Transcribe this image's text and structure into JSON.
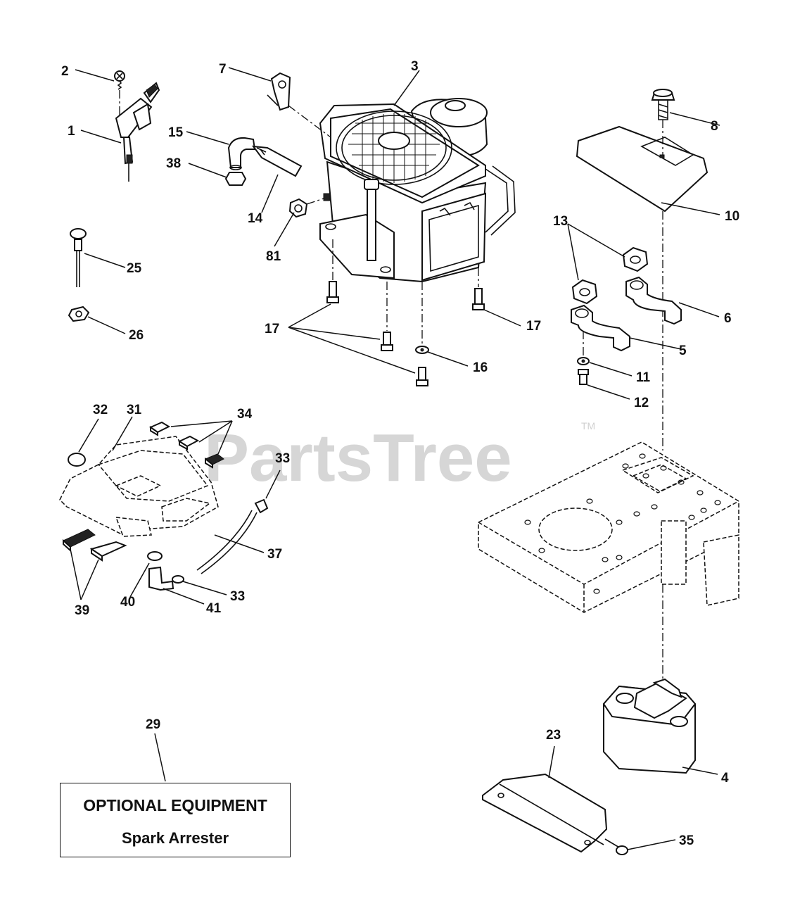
{
  "watermark": {
    "text": "PartsTree",
    "trademark": "TM"
  },
  "labels": {
    "l1": "1",
    "l2": "2",
    "l3": "3",
    "l4": "4",
    "l5": "5",
    "l6": "6",
    "l7": "7",
    "l8": "8",
    "l10": "10",
    "l11": "11",
    "l12": "12",
    "l13": "13",
    "l14": "14",
    "l15": "15",
    "l16": "16",
    "l17a": "17",
    "l17b": "17",
    "l23": "23",
    "l25": "25",
    "l26": "26",
    "l29": "29",
    "l31": "31",
    "l32": "32",
    "l33a": "33",
    "l33b": "33",
    "l34": "34",
    "l35": "35",
    "l37": "37",
    "l38": "38",
    "l39": "39",
    "l40": "40",
    "l41": "41",
    "l81": "81"
  },
  "optional_box": {
    "title": "OPTIONAL EQUIPMENT",
    "subtitle": "Spark Arrester"
  }
}
